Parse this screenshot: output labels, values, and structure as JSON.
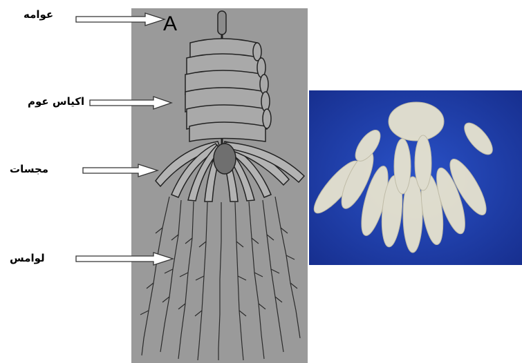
{
  "panel_letter": "A",
  "labels": [
    {
      "id": "float",
      "text": "عوامه"
    },
    {
      "id": "swimming-bells",
      "text": "اكياس عوم"
    },
    {
      "id": "palpons",
      "text": "مجسات"
    },
    {
      "id": "tentacles",
      "text": "لوامس"
    }
  ],
  "colors": {
    "gray_panel": "#9a9a9a",
    "photo_background": "#1f3fae",
    "specimen": "#e8e4cf",
    "drawing_ink": "#2a2a2a"
  }
}
